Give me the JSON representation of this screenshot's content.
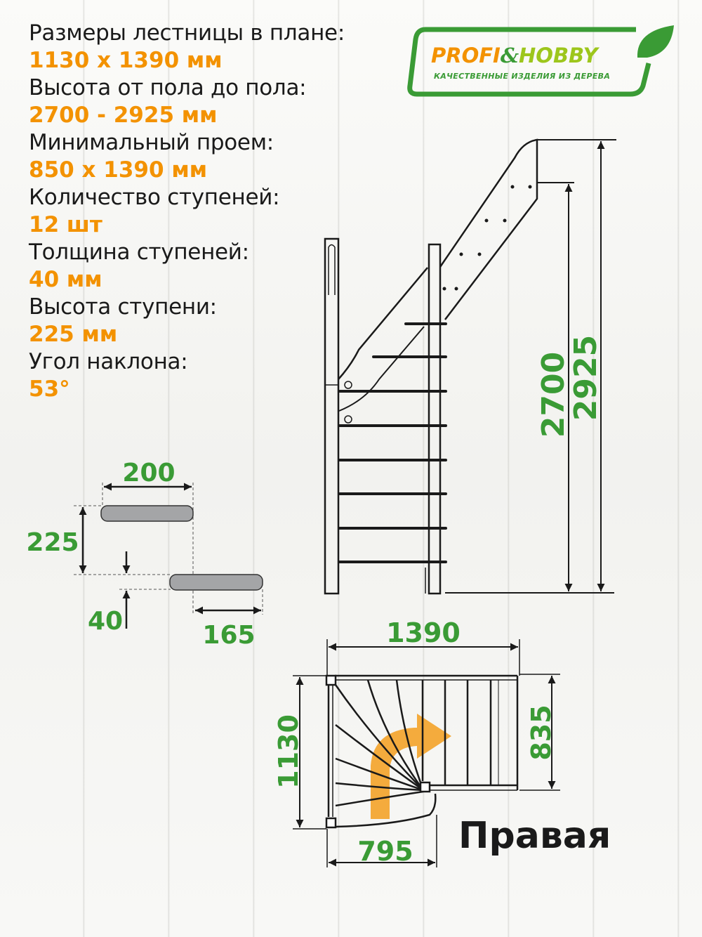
{
  "specs": [
    {
      "label": "Размеры лестницы в плане:",
      "value": "1130 х 1390 мм"
    },
    {
      "label": "Высота от пола до пола:",
      "value": "2700 - 2925 мм"
    },
    {
      "label": "Минимальный проем:",
      "value": "850 х 1390 мм"
    },
    {
      "label": "Количество ступеней:",
      "value": "12 шт"
    },
    {
      "label": "Толщина ступеней:",
      "value": "40 мм"
    },
    {
      "label": "Высота ступени:",
      "value": "225 мм"
    },
    {
      "label": "Угол наклона:",
      "value": "53°"
    }
  ],
  "logo": {
    "brand_part1": "PROFI",
    "brand_amp": "&",
    "brand_part2": "HOBBY",
    "tagline": "КАЧЕСТВЕННЫЕ ИЗДЕЛИЯ ИЗ ДЕРЕВА",
    "colors": {
      "frame": "#3a9b35",
      "profi": "#f39200",
      "hobby": "#9dc61c",
      "leaf": "#3a9b35"
    }
  },
  "step_detail": {
    "tread_depth": "200",
    "rise": "225",
    "thickness": "40",
    "going": "165"
  },
  "side_view": {
    "height_min": "2700",
    "height_max": "2925"
  },
  "plan_view": {
    "length": "1390",
    "width": "1130",
    "flight_width": "835",
    "winder_width": "795",
    "direction_label": "Правая"
  },
  "colors": {
    "accent_orange": "#f39200",
    "dimension_green": "#3a9b35",
    "line": "#1a1a1a",
    "tread_gray": "#a4a5a7"
  }
}
